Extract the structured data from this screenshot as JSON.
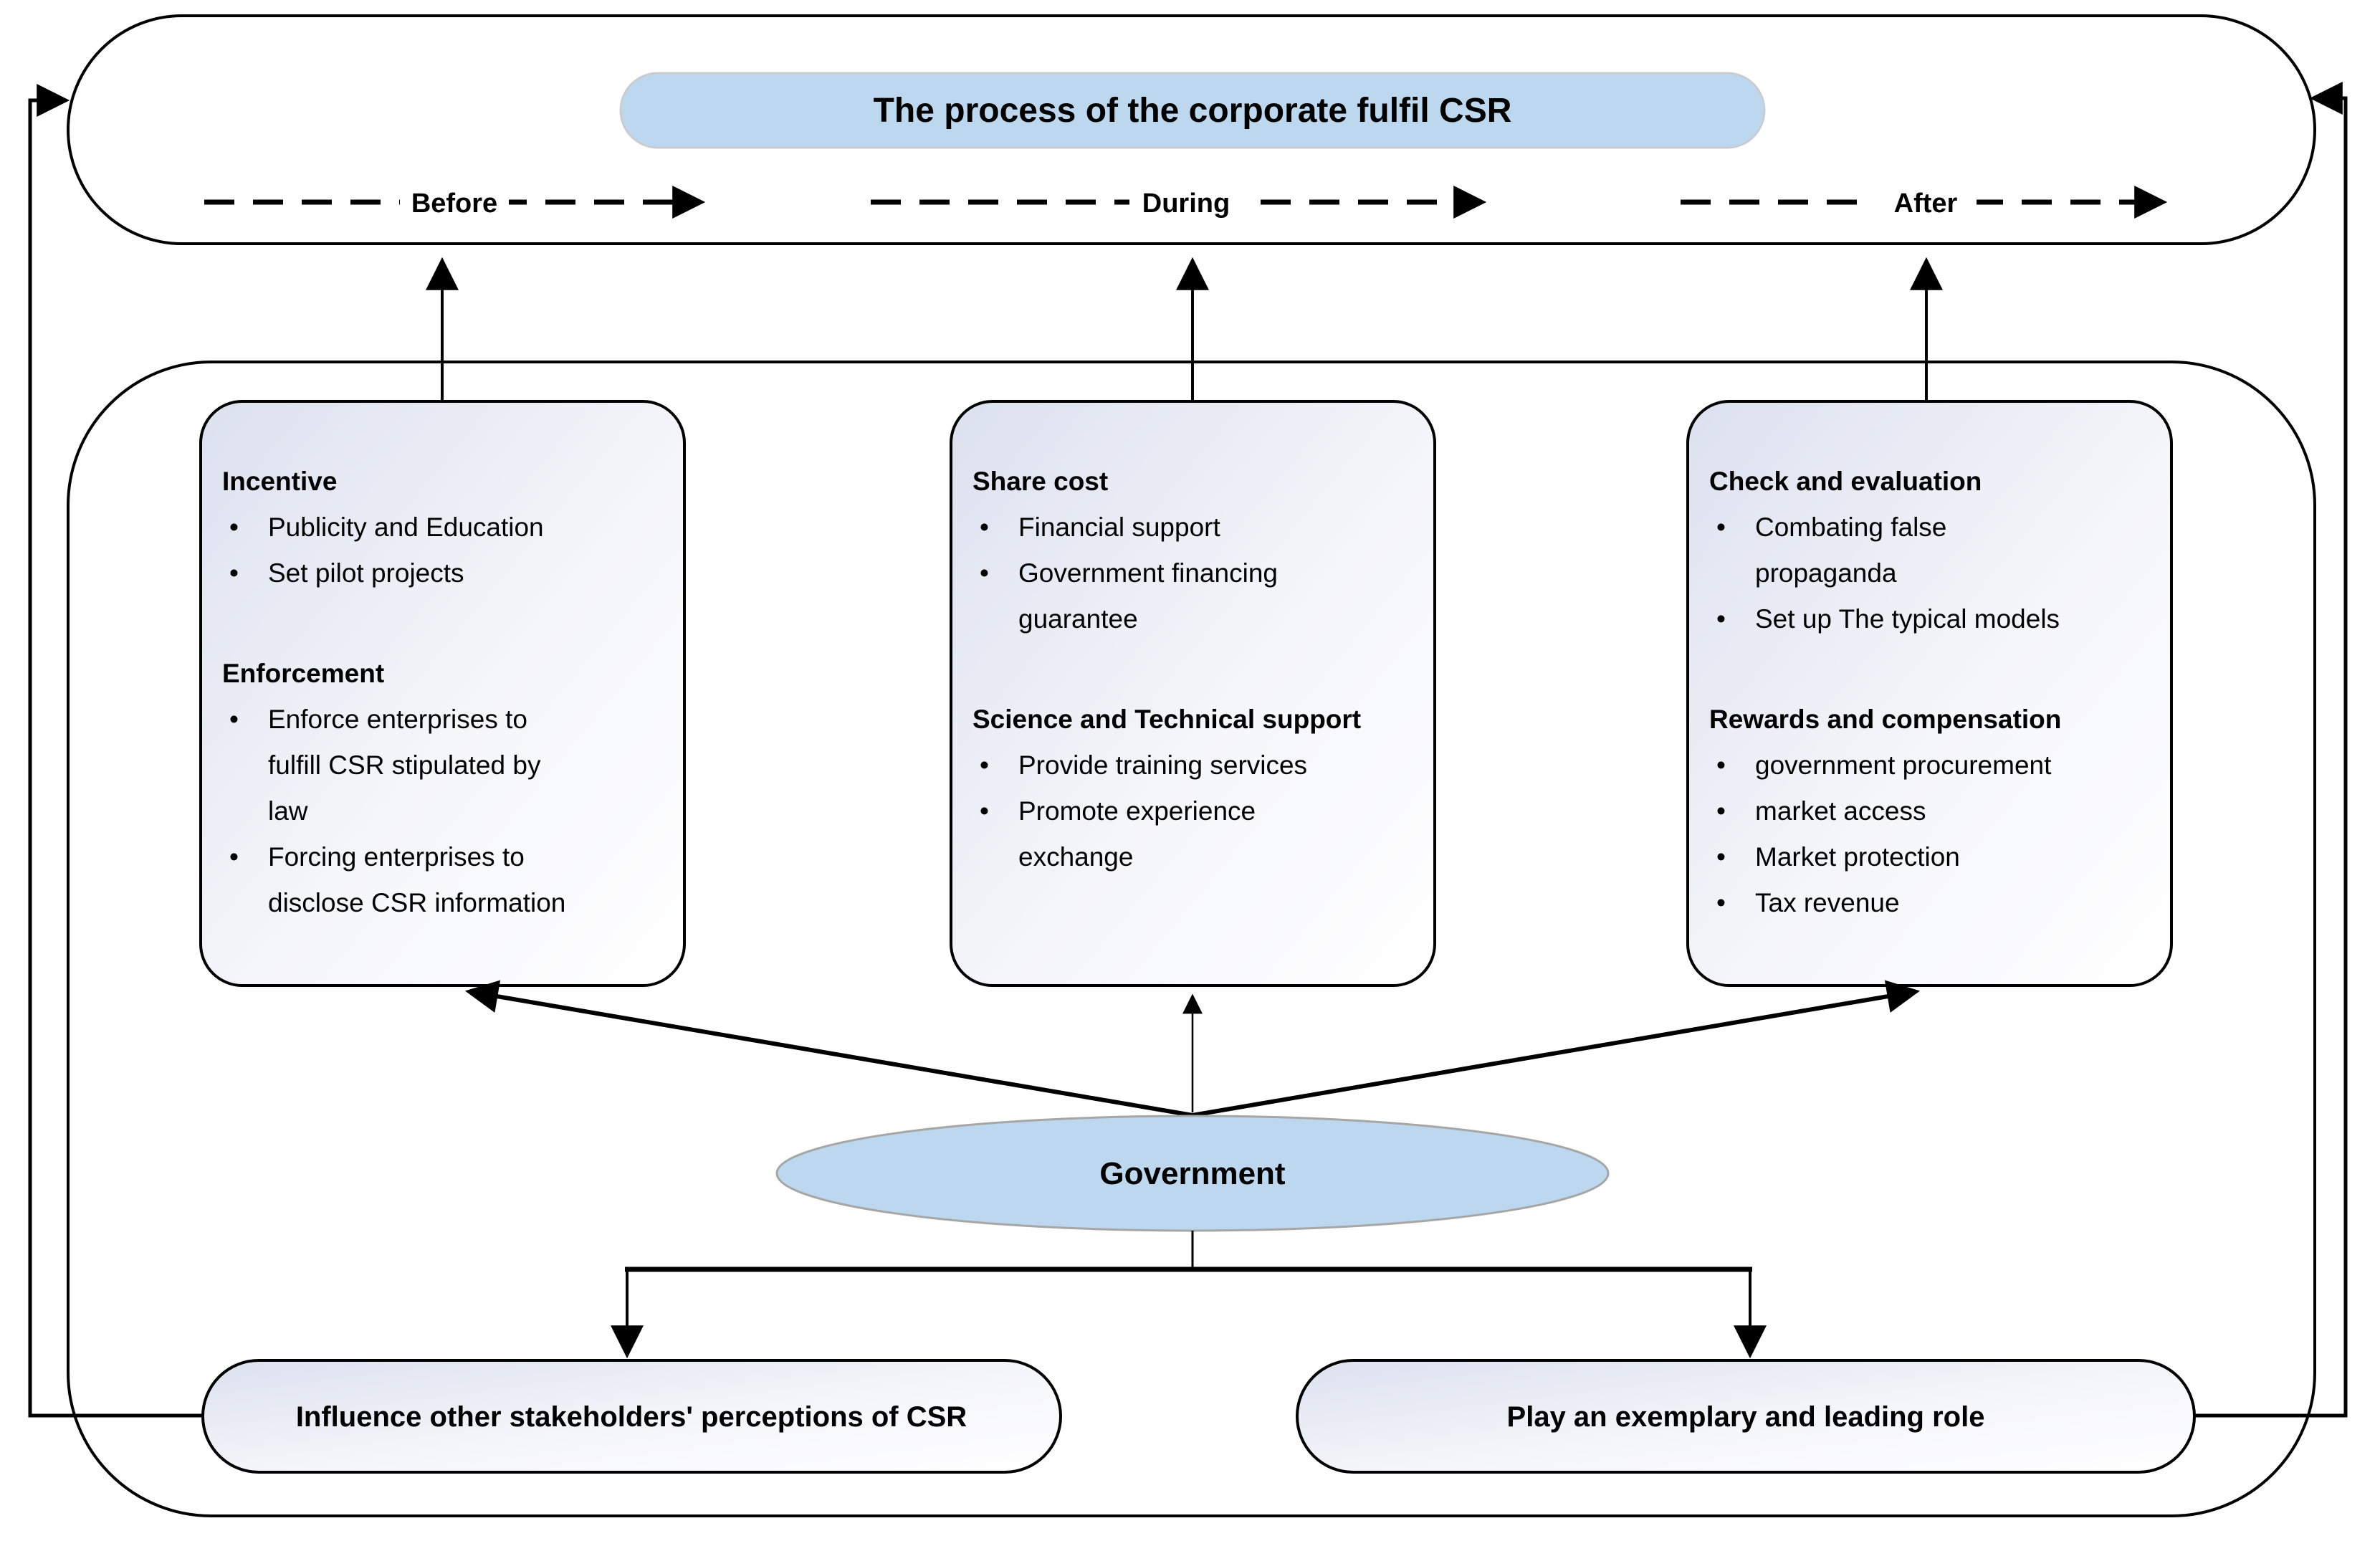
{
  "title": "The process of the corporate fulfil CSR",
  "phases": [
    {
      "label": "Before"
    },
    {
      "label": "During"
    },
    {
      "label": "After"
    }
  ],
  "boxes": [
    {
      "phase": "Before",
      "sections": [
        {
          "heading": "Incentive",
          "bullets": [
            "Publicity and Education",
            "Set pilot projects"
          ]
        },
        {
          "heading": "Enforcement",
          "bullets": [
            "Enforce enterprises to fulfill CSR stipulated by law",
            "Forcing enterprises to disclose CSR information"
          ]
        }
      ]
    },
    {
      "phase": "During",
      "sections": [
        {
          "heading": "Share cost",
          "bullets": [
            "Financial support",
            "Government financing guarantee"
          ]
        },
        {
          "heading": "Science and Technical support",
          "bullets": [
            "Provide training services",
            "Promote experience exchange"
          ]
        }
      ]
    },
    {
      "phase": "After",
      "sections": [
        {
          "heading": "Check and evaluation",
          "bullets": [
            "Combating false propaganda",
            "Set up The typical models"
          ]
        },
        {
          "heading": "Rewards and compensation",
          "bullets": [
            "government procurement",
            "market access",
            "Market protection",
            "Tax revenue"
          ]
        }
      ]
    }
  ],
  "government": {
    "label": "Government"
  },
  "outcomes": [
    {
      "label": "Influence other stakeholders' perceptions of CSR"
    },
    {
      "label": "Play an exemplary and leading role"
    }
  ],
  "colors": {
    "accent_blue": "#BDD7EE",
    "box_gradient_start": "#dce1ef",
    "box_gradient_end": "#ffffff",
    "line": "#000000",
    "ellipse_border": "#a6a6a6"
  }
}
